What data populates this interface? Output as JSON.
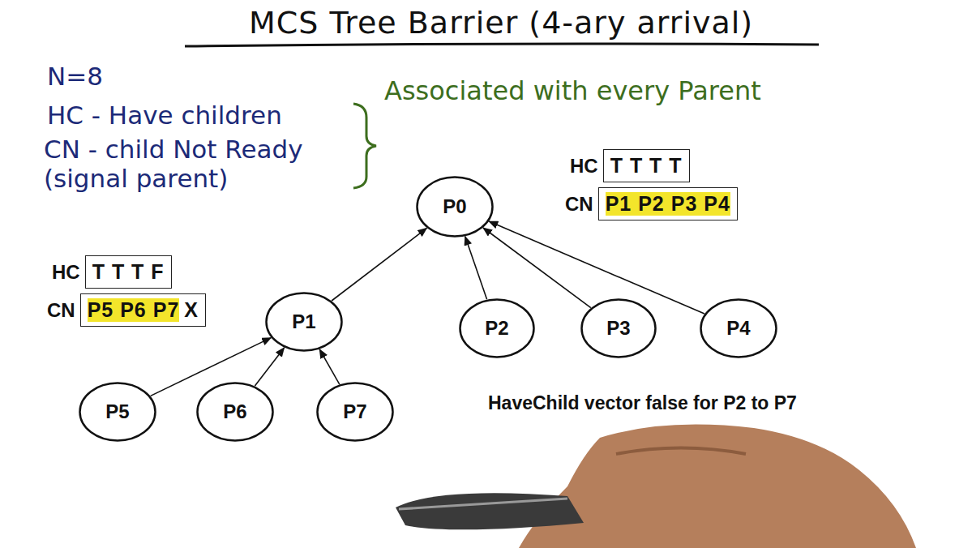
{
  "diagram": {
    "title": "MCS Tree Barrier (4-ary arrival)",
    "nodes": [
      {
        "text": [
          "HC",
          "T T T T"
        ]
      },
      {
        "text": [
          "CN",
          "P1 P2 P3 P4"
        ]
      },
      {
        "text": [
          "P0"
        ]
      },
      {
        "text": [
          "HC",
          "T T T F"
        ]
      },
      {
        "text": [
          "CN",
          "P5 P6 P7",
          "X"
        ]
      },
      {
        "text": [
          "P1"
        ]
      },
      {
        "text": [
          "P2"
        ]
      },
      {
        "text": [
          "P3"
        ]
      },
      {
        "text": [
          "P4"
        ]
      },
      {
        "text": [
          "P5"
        ]
      },
      {
        "text": [
          "P6"
        ]
      },
      {
        "text": [
          "P7"
        ]
      }
    ],
    "edges": [
      {
        "from": 5,
        "to": 2,
        "arrow": "to"
      },
      {
        "from": 6,
        "to": 2,
        "arrow": "to"
      },
      {
        "from": 7,
        "to": 2,
        "arrow": "to"
      },
      {
        "from": 8,
        "to": 2,
        "arrow": "to"
      },
      {
        "from": 9,
        "to": 5,
        "arrow": "to"
      },
      {
        "from": 10,
        "to": 5,
        "arrow": "to"
      },
      {
        "from": 11,
        "to": 5,
        "arrow": "to"
      }
    ],
    "labels": [
      "N=8",
      "HC - Have children",
      "CN - child Not Ready (signal parent)",
      "Associated with every Parent",
      "HaveChild vector false for P2 to P7"
    ]
  }
}
